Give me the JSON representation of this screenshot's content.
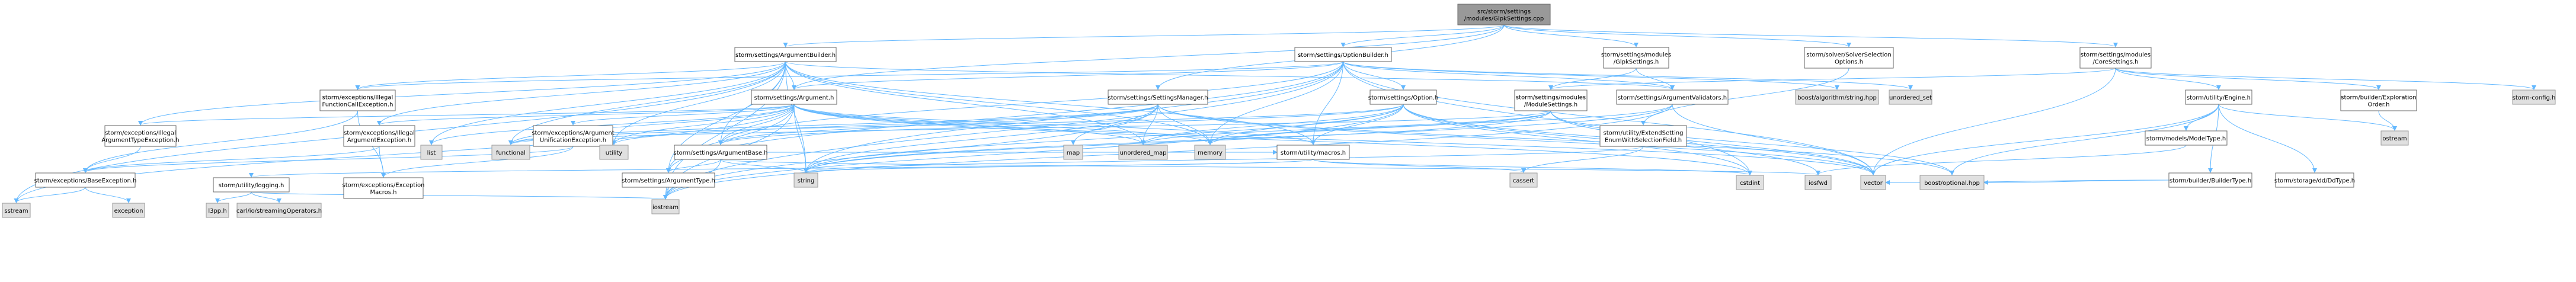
{
  "colors": {
    "edge": "#63b8ff",
    "root_fill": "#999999",
    "local_fill": "#ffffff",
    "system_fill": "#e0e0e0"
  },
  "nodes": [
    {
      "id": "root",
      "kind": "root",
      "lines": [
        "src/storm/settings",
        "/modules/GlpkSettings.cpp"
      ]
    },
    {
      "id": "argbuilder",
      "kind": "local",
      "lines": [
        "storm/settings/ArgumentBuilder.h"
      ]
    },
    {
      "id": "optbuilder",
      "kind": "local",
      "lines": [
        "storm/settings/OptionBuilder.h"
      ]
    },
    {
      "id": "glpkh",
      "kind": "local",
      "lines": [
        "storm/settings/modules",
        "/GlpkSettings.h"
      ]
    },
    {
      "id": "solversel",
      "kind": "local",
      "lines": [
        "storm/solver/SolverSelection",
        "Options.h"
      ]
    },
    {
      "id": "coresettings",
      "kind": "local",
      "lines": [
        "storm/settings/modules",
        "/CoreSettings.h"
      ]
    },
    {
      "id": "illegalfunc",
      "kind": "local",
      "lines": [
        "storm/exceptions/Illegal",
        "FunctionCallException.h"
      ]
    },
    {
      "id": "argumenth",
      "kind": "local",
      "lines": [
        "storm/settings/Argument.h"
      ]
    },
    {
      "id": "settingsmgr",
      "kind": "local",
      "lines": [
        "storm/settings/SettingsManager.h"
      ]
    },
    {
      "id": "optionh",
      "kind": "local",
      "lines": [
        "storm/settings/Option.h"
      ]
    },
    {
      "id": "boostalg",
      "kind": "system",
      "lines": [
        "boost/algorithm/string.hpp"
      ]
    },
    {
      "id": "unordset",
      "kind": "system",
      "lines": [
        "unordered_set"
      ]
    },
    {
      "id": "modsettings",
      "kind": "local",
      "lines": [
        "storm/settings/modules",
        "/ModuleSettings.h"
      ]
    },
    {
      "id": "argvalidators",
      "kind": "local",
      "lines": [
        "storm/settings/ArgumentValidators.h"
      ]
    },
    {
      "id": "utilengine",
      "kind": "local",
      "lines": [
        "storm/utility/Engine.h"
      ]
    },
    {
      "id": "explorder",
      "kind": "local",
      "lines": [
        "storm/builder/Exploration",
        "Order.h"
      ]
    },
    {
      "id": "stormconfig",
      "kind": "system",
      "lines": [
        "storm-config.h"
      ]
    },
    {
      "id": "illegalargtype",
      "kind": "local",
      "lines": [
        "storm/exceptions/Illegal",
        "ArgumentTypeException.h"
      ]
    },
    {
      "id": "illegalarg",
      "kind": "local",
      "lines": [
        "storm/exceptions/Illegal",
        "ArgumentException.h"
      ]
    },
    {
      "id": "list",
      "kind": "system",
      "lines": [
        "list"
      ]
    },
    {
      "id": "functional",
      "kind": "system",
      "lines": [
        "functional"
      ]
    },
    {
      "id": "argunif",
      "kind": "local",
      "lines": [
        "storm/exceptions/Argument",
        "UnificationException.h"
      ]
    },
    {
      "id": "utility",
      "kind": "system",
      "lines": [
        "utility"
      ]
    },
    {
      "id": "argbase",
      "kind": "local",
      "lines": [
        "storm/settings/ArgumentBase.h"
      ]
    },
    {
      "id": "map",
      "kind": "system",
      "lines": [
        "map"
      ]
    },
    {
      "id": "unordmap",
      "kind": "system",
      "lines": [
        "unordered_map"
      ]
    },
    {
      "id": "memory",
      "kind": "system",
      "lines": [
        "memory"
      ]
    },
    {
      "id": "macros",
      "kind": "local",
      "lines": [
        "storm/utility/macros.h"
      ]
    },
    {
      "id": "extsetting",
      "kind": "local",
      "lines": [
        "storm/utility/ExtendSetting",
        "EnumWithSelectionField.h"
      ]
    },
    {
      "id": "modeltype",
      "kind": "local",
      "lines": [
        "storm/models/ModelType.h"
      ]
    },
    {
      "id": "buildertype",
      "kind": "local",
      "lines": [
        "storm/builder/BuilderType.h"
      ]
    },
    {
      "id": "ddtype",
      "kind": "local",
      "lines": [
        "storm/storage/dd/DdType.h"
      ]
    },
    {
      "id": "ostream",
      "kind": "system",
      "lines": [
        "ostream"
      ]
    },
    {
      "id": "sstream",
      "kind": "system",
      "lines": [
        "sstream"
      ]
    },
    {
      "id": "baseexc",
      "kind": "local",
      "lines": [
        "storm/exceptions/BaseException.h"
      ]
    },
    {
      "id": "exception",
      "kind": "system",
      "lines": [
        "exception"
      ]
    },
    {
      "id": "logging",
      "kind": "local",
      "lines": [
        "storm/utility/logging.h"
      ]
    },
    {
      "id": "l3pp",
      "kind": "system",
      "lines": [
        "l3pp.h"
      ]
    },
    {
      "id": "carlio",
      "kind": "system",
      "lines": [
        "carl/io/streamingOperators.h"
      ]
    },
    {
      "id": "excmacros",
      "kind": "local",
      "lines": [
        "storm/exceptions/Exception",
        "Macros.h"
      ]
    },
    {
      "id": "argtype",
      "kind": "local",
      "lines": [
        "storm/settings/ArgumentType.h"
      ]
    },
    {
      "id": "string",
      "kind": "system",
      "lines": [
        "string"
      ]
    },
    {
      "id": "iostream",
      "kind": "system",
      "lines": [
        "iostream"
      ]
    },
    {
      "id": "cassert",
      "kind": "system",
      "lines": [
        "cassert"
      ]
    },
    {
      "id": "cstdint",
      "kind": "system",
      "lines": [
        "cstdint"
      ]
    },
    {
      "id": "iosfwd",
      "kind": "system",
      "lines": [
        "iosfwd"
      ]
    },
    {
      "id": "vector",
      "kind": "system",
      "lines": [
        "vector"
      ]
    },
    {
      "id": "boostopt",
      "kind": "system",
      "lines": [
        "boost/optional.hpp"
      ]
    }
  ],
  "edges": [
    [
      "root",
      "argbuilder"
    ],
    [
      "root",
      "optbuilder"
    ],
    [
      "root",
      "glpkh"
    ],
    [
      "root",
      "solversel"
    ],
    [
      "root",
      "coresettings"
    ],
    [
      "root",
      "settingsmgr"
    ],
    [
      "root",
      "argumenth"
    ],
    [
      "argbuilder",
      "illegalfunc"
    ],
    [
      "argbuilder",
      "argumenth"
    ],
    [
      "argbuilder",
      "illegalargtype"
    ],
    [
      "argbuilder",
      "illegalarg"
    ],
    [
      "argbuilder",
      "argbase"
    ],
    [
      "argbuilder",
      "argtype"
    ],
    [
      "argbuilder",
      "argvalidators"
    ],
    [
      "argbuilder",
      "memory"
    ],
    [
      "argbuilder",
      "string"
    ],
    [
      "argbuilder",
      "sstream"
    ],
    [
      "argbuilder",
      "iostream"
    ],
    [
      "argbuilder",
      "macros"
    ],
    [
      "argbuilder",
      "list"
    ],
    [
      "argbuilder",
      "utility"
    ],
    [
      "argbuilder",
      "functional"
    ],
    [
      "argbuilder",
      "unordmap"
    ],
    [
      "optbuilder",
      "illegalfunc"
    ],
    [
      "optbuilder",
      "argumenth"
    ],
    [
      "optbuilder",
      "optionh"
    ],
    [
      "optbuilder",
      "argbase"
    ],
    [
      "optbuilder",
      "boostalg"
    ],
    [
      "optbuilder",
      "unordset"
    ],
    [
      "optbuilder",
      "memory"
    ],
    [
      "optbuilder",
      "string"
    ],
    [
      "optbuilder",
      "vector"
    ],
    [
      "optbuilder",
      "argtype"
    ],
    [
      "optbuilder",
      "macros"
    ],
    [
      "optbuilder",
      "cstdint"
    ],
    [
      "optbuilder",
      "iostream"
    ],
    [
      "optbuilder",
      "argvalidators"
    ],
    [
      "glpkh",
      "modsettings"
    ],
    [
      "glpkh",
      "argvalidators"
    ],
    [
      "solversel",
      "extsetting"
    ],
    [
      "coresettings",
      "utilengine"
    ],
    [
      "coresettings",
      "explorder"
    ],
    [
      "coresettings",
      "stormconfig"
    ],
    [
      "coresettings",
      "modsettings"
    ],
    [
      "coresettings",
      "vector"
    ],
    [
      "illegalfunc",
      "baseexc"
    ],
    [
      "illegalfunc",
      "excmacros"
    ],
    [
      "argumenth",
      "argbase"
    ],
    [
      "argumenth",
      "list"
    ],
    [
      "argumenth",
      "functional"
    ],
    [
      "argumenth",
      "argunif"
    ],
    [
      "argumenth",
      "illegalarg"
    ],
    [
      "argumenth",
      "utility"
    ],
    [
      "argumenth",
      "unordmap"
    ],
    [
      "argumenth",
      "memory"
    ],
    [
      "argumenth",
      "macros"
    ],
    [
      "argumenth",
      "argtype"
    ],
    [
      "argumenth",
      "string"
    ],
    [
      "argumenth",
      "iostream"
    ],
    [
      "argumenth",
      "vector"
    ],
    [
      "argumenth",
      "sstream"
    ],
    [
      "argumenth",
      "cstdint"
    ],
    [
      "argumenth",
      "illegalargtype"
    ],
    [
      "settingsmgr",
      "map"
    ],
    [
      "settingsmgr",
      "unordmap"
    ],
    [
      "settingsmgr",
      "memory"
    ],
    [
      "settingsmgr",
      "string"
    ],
    [
      "settingsmgr",
      "vector"
    ],
    [
      "settingsmgr",
      "utility"
    ],
    [
      "settingsmgr",
      "functional"
    ],
    [
      "settingsmgr",
      "iostream"
    ],
    [
      "settingsmgr",
      "boostopt"
    ],
    [
      "settingsmgr",
      "argbase"
    ],
    [
      "optionh",
      "argbase"
    ],
    [
      "optionh",
      "memory"
    ],
    [
      "optionh",
      "unordmap"
    ],
    [
      "optionh",
      "string"
    ],
    [
      "optionh",
      "vector"
    ],
    [
      "optionh",
      "iostream"
    ],
    [
      "optionh",
      "iosfwd"
    ],
    [
      "optionh",
      "cstdint"
    ],
    [
      "optionh",
      "functional"
    ],
    [
      "optionh",
      "macros"
    ],
    [
      "modsettings",
      "memory"
    ],
    [
      "modsettings",
      "unordmap"
    ],
    [
      "modsettings",
      "string"
    ],
    [
      "modsettings",
      "vector"
    ],
    [
      "modsettings",
      "functional"
    ],
    [
      "modsettings",
      "boostopt"
    ],
    [
      "argvalidators",
      "memory"
    ],
    [
      "argvalidators",
      "string"
    ],
    [
      "argvalidators",
      "vector"
    ],
    [
      "argvalidators",
      "iostream"
    ],
    [
      "utilengine",
      "modeltype"
    ],
    [
      "utilengine",
      "buildertype"
    ],
    [
      "utilengine",
      "ddtype"
    ],
    [
      "utilengine",
      "ostream"
    ],
    [
      "utilengine",
      "vector"
    ],
    [
      "utilengine",
      "boostopt"
    ],
    [
      "explorder",
      "ostream"
    ],
    [
      "illegalargtype",
      "baseexc"
    ],
    [
      "illegalarg",
      "baseexc"
    ],
    [
      "illegalarg",
      "excmacros"
    ],
    [
      "argunif",
      "baseexc"
    ],
    [
      "argunif",
      "excmacros"
    ],
    [
      "argbase",
      "argtype"
    ],
    [
      "argbase",
      "string"
    ],
    [
      "argbase",
      "iostream"
    ],
    [
      "argbase",
      "iosfwd"
    ],
    [
      "argbase",
      "macros"
    ],
    [
      "macros",
      "logging"
    ],
    [
      "macros",
      "cassert"
    ],
    [
      "macros",
      "string"
    ],
    [
      "macros",
      "cstdint"
    ],
    [
      "extsetting",
      "string"
    ],
    [
      "extsetting",
      "cassert"
    ],
    [
      "modeltype",
      "iosfwd"
    ],
    [
      "buildertype",
      "boostopt"
    ],
    [
      "buildertype",
      "vector"
    ],
    [
      "baseexc",
      "exception"
    ],
    [
      "baseexc",
      "sstream"
    ],
    [
      "logging",
      "l3pp"
    ],
    [
      "logging",
      "carlio"
    ],
    [
      "logging",
      "iostream"
    ],
    [
      "argtype",
      "iostream"
    ]
  ]
}
